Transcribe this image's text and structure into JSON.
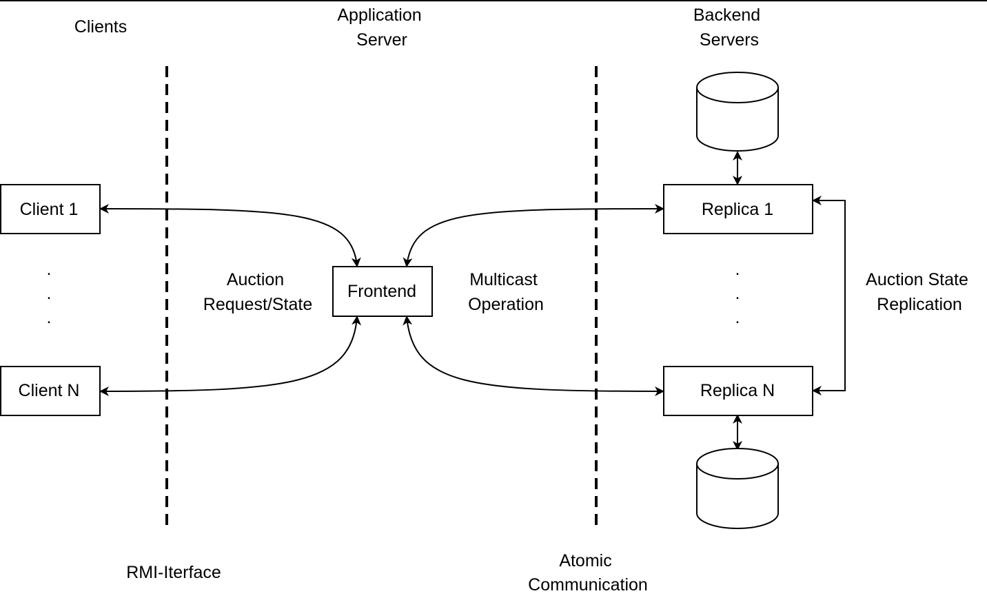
{
  "columns": {
    "clients": "Clients",
    "app_server": [
      "Application",
      "Server"
    ],
    "backend": [
      "Backend",
      "Servers"
    ]
  },
  "dividers": {
    "left": "RMI-Iterface",
    "right": [
      "Atomic",
      "Communication"
    ]
  },
  "nodes": {
    "client_1": "Client 1",
    "client_n": "Client N",
    "frontend": "Frontend",
    "replica_1": "Replica 1",
    "replica_n": "Replica N"
  },
  "ellipsis": ".",
  "edge_labels": {
    "auction_request": [
      "Auction",
      "Request/State"
    ],
    "multicast": [
      "Multicast",
      "Operation"
    ],
    "replication": [
      "Auction State",
      "Replication"
    ]
  }
}
